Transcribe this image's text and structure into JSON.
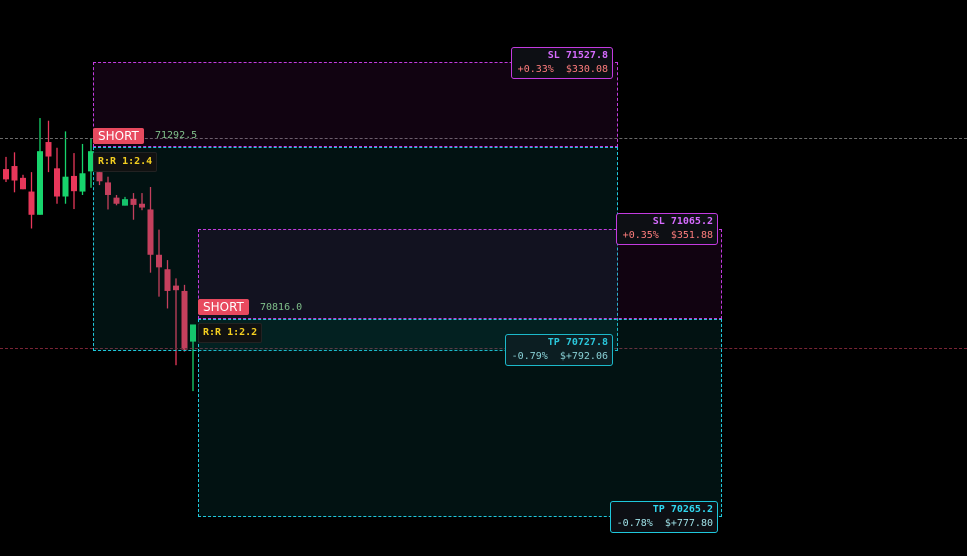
{
  "colors": {
    "background": "#000000",
    "up_candle": "#17d46c",
    "down_candle": "#e8375a",
    "sl_zone": "#c33be0",
    "tp_zone": "#1fc8dc",
    "short_badge": "#e84a5f",
    "rr_text": "#f5d020"
  },
  "positions": [
    {
      "side": "SHORT",
      "entry_price": "71292.5",
      "rr": "R:R 1:2.4",
      "sl": {
        "label": "SL 71527.8",
        "pct": "+0.33%",
        "amount": "$330.08"
      },
      "tp": {
        "label": "TP 70727.8",
        "pct": "-0.79%",
        "amount": "$+792.06"
      }
    },
    {
      "side": "SHORT",
      "entry_price": "70816.0",
      "rr": "R:R 1:2.2",
      "sl": {
        "label": "SL 71065.2",
        "pct": "+0.35%",
        "amount": "$351.88"
      },
      "tp": {
        "label": "TP 70265.2",
        "pct": "-0.78%",
        "amount": "$+777.80"
      }
    }
  ],
  "chart_data": {
    "type": "candlestick",
    "title": "",
    "xlabel": "",
    "ylabel": "",
    "ylim": [
      70192,
      71652
    ],
    "grid": false,
    "reference_lines": [
      71292.5,
      70727.8
    ],
    "candles": [
      {
        "o": 71208,
        "h": 71240,
        "l": 71174,
        "c": 71181
      },
      {
        "o": 71216,
        "h": 71252,
        "l": 71147,
        "c": 71178
      },
      {
        "o": 71185,
        "h": 71193,
        "l": 71155,
        "c": 71155
      },
      {
        "o": 71149,
        "h": 71200,
        "l": 71052,
        "c": 71088
      },
      {
        "o": 71088,
        "h": 71342,
        "l": 71088,
        "c": 71255
      },
      {
        "o": 71279,
        "h": 71335,
        "l": 71200,
        "c": 71241
      },
      {
        "o": 71210,
        "h": 71264,
        "l": 71117,
        "c": 71136
      },
      {
        "o": 71136,
        "h": 71307,
        "l": 71117,
        "c": 71188
      },
      {
        "o": 71190,
        "h": 71250,
        "l": 71103,
        "c": 71150
      },
      {
        "o": 71149,
        "h": 71274,
        "l": 71140,
        "c": 71197
      },
      {
        "o": 71202,
        "h": 71288,
        "l": 71159,
        "c": 71255
      },
      {
        "o": 71200,
        "h": 71253,
        "l": 71166,
        "c": 71176
      },
      {
        "o": 71173,
        "h": 71188,
        "l": 71102,
        "c": 71140
      },
      {
        "o": 71133,
        "h": 71140,
        "l": 71113,
        "c": 71117
      },
      {
        "o": 71112,
        "h": 71135,
        "l": 71112,
        "c": 71129
      },
      {
        "o": 71130,
        "h": 71145,
        "l": 71075,
        "c": 71114
      },
      {
        "o": 71117,
        "h": 71145,
        "l": 71100,
        "c": 71107
      },
      {
        "o": 71102,
        "h": 71161,
        "l": 70936,
        "c": 70983
      },
      {
        "o": 70983,
        "h": 71049,
        "l": 70873,
        "c": 70950
      },
      {
        "o": 70945,
        "h": 70969,
        "l": 70842,
        "c": 70888
      },
      {
        "o": 70902,
        "h": 70921,
        "l": 70693,
        "c": 70890
      },
      {
        "o": 70888,
        "h": 70904,
        "l": 70729,
        "c": 70734
      },
      {
        "o": 70755,
        "h": 70793,
        "l": 70625,
        "c": 70800
      }
    ]
  }
}
